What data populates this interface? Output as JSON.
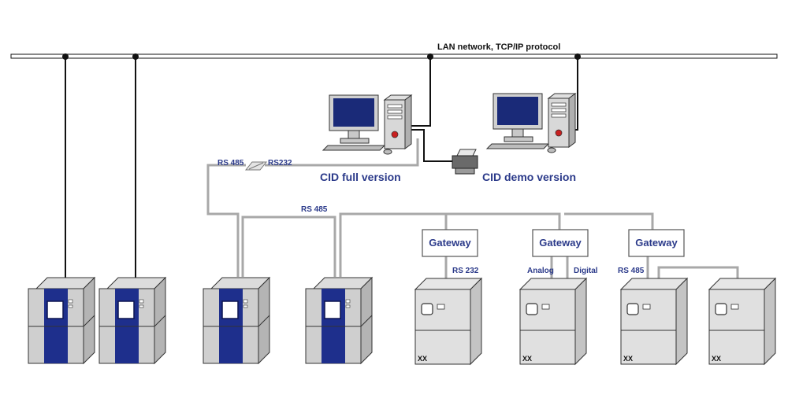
{
  "network": {
    "lan_label": "LAN network, TCP/IP protocol"
  },
  "workstations": {
    "full_label": "CID full version",
    "demo_label": "CID demo version"
  },
  "links": {
    "rs485_a": "RS 485",
    "rs232_a": "RS232",
    "rs485_b": "RS 485",
    "rs232_b": "RS 232",
    "analog": "Analog",
    "digital": "Digital",
    "rs485_c": "RS 485"
  },
  "gateways": [
    {
      "label": "Gateway"
    },
    {
      "label": "Gateway"
    },
    {
      "label": "Gateway"
    }
  ],
  "chambers": {
    "xx_labels": [
      "XX",
      "XX",
      "XX",
      "XX"
    ]
  },
  "colors": {
    "label_blue": "#2b3a8a",
    "chamber_blue": "#1e2f8c",
    "cable_gray": "#a8a8a8",
    "lan_black": "#111111"
  }
}
